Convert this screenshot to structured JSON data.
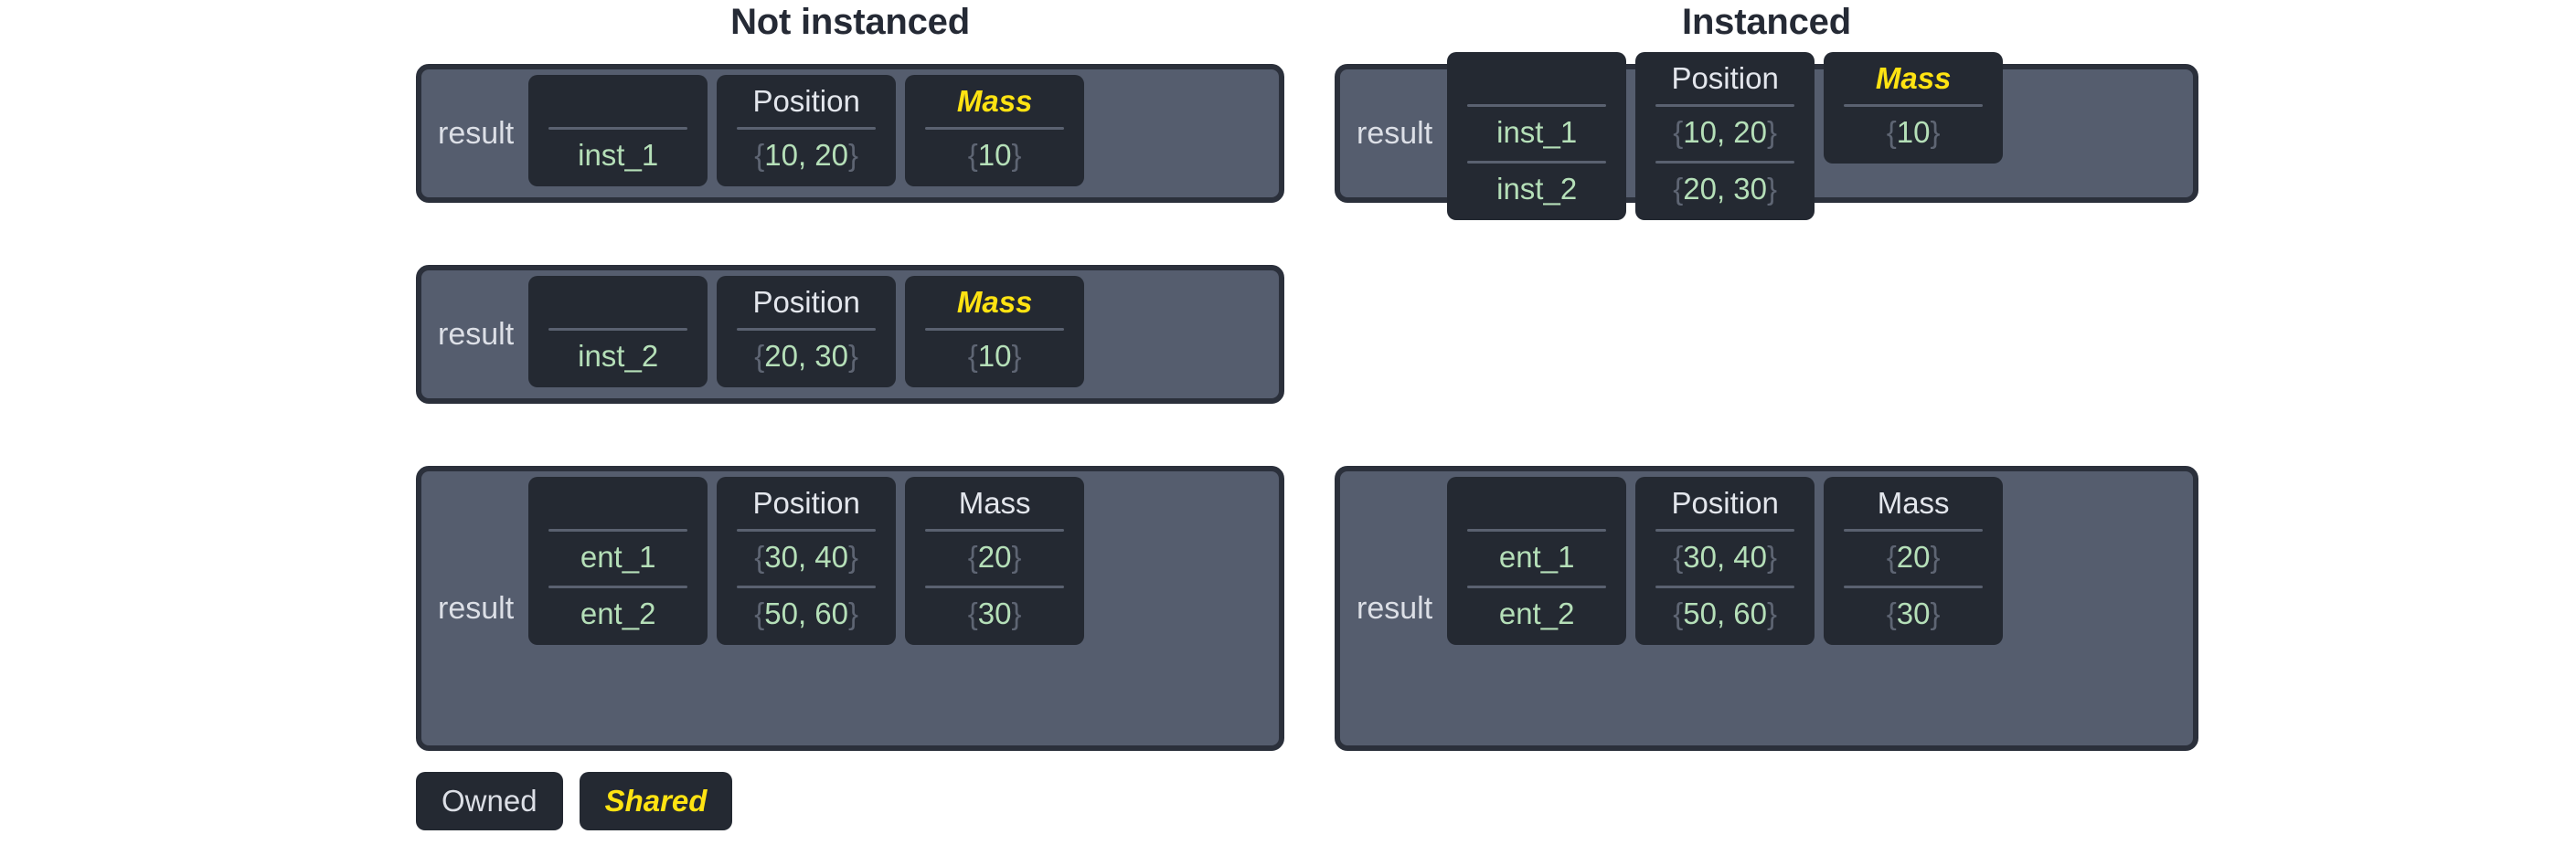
{
  "titles": {
    "left": "Not instanced",
    "right": "Instanced"
  },
  "labels": {
    "result": "result",
    "position_header": "Position",
    "mass_header": "Mass",
    "blank_header": ""
  },
  "legend": {
    "owned": "Owned",
    "shared": "Shared"
  },
  "colors": {
    "page_background": "#ffffff",
    "title_text": "#252a35",
    "block_border": "#2b303b",
    "block_body": "#555d6e",
    "column_card": "#242932",
    "header_text": "#e3e6ec",
    "shared_text": "#ffe312",
    "value_text": "#b5dfb8",
    "brace_text": "#5e6573",
    "rule": "#5a6170"
  },
  "not_instanced": {
    "blocks": [
      {
        "result": "result",
        "columns": {
          "name": {
            "header": "",
            "cells": [
              "inst_1"
            ]
          },
          "position": {
            "header": "Position",
            "cells": [
              "{10, 20}"
            ]
          },
          "mass": {
            "header": "Mass",
            "shared": true,
            "cells": [
              "{10}"
            ]
          }
        }
      },
      {
        "result": "result",
        "columns": {
          "name": {
            "header": "",
            "cells": [
              "inst_2"
            ]
          },
          "position": {
            "header": "Position",
            "cells": [
              "{20, 30}"
            ]
          },
          "mass": {
            "header": "Mass",
            "shared": true,
            "cells": [
              "{10}"
            ]
          }
        }
      },
      {
        "result": "result",
        "columns": {
          "name": {
            "header": "",
            "cells": [
              "ent_1",
              "ent_2"
            ]
          },
          "position": {
            "header": "Position",
            "cells": [
              "{30, 40}",
              "{50, 60}"
            ]
          },
          "mass": {
            "header": "Mass",
            "shared": false,
            "cells": [
              "{20}",
              "{30}"
            ]
          }
        }
      }
    ]
  },
  "instanced": {
    "blocks": [
      {
        "result": "result",
        "columns": {
          "name": {
            "header": "",
            "cells": [
              "inst_1",
              "inst_2"
            ]
          },
          "position": {
            "header": "Position",
            "cells": [
              "{10, 20}",
              "{20, 30}"
            ]
          },
          "mass": {
            "header": "Mass",
            "shared": true,
            "cells": [
              "{10}"
            ]
          }
        }
      },
      {
        "result": "result",
        "columns": {
          "name": {
            "header": "",
            "cells": [
              "ent_1",
              "ent_2"
            ]
          },
          "position": {
            "header": "Position",
            "cells": [
              "{30, 40}",
              "{50, 60}"
            ]
          },
          "mass": {
            "header": "Mass",
            "shared": false,
            "cells": [
              "{20}",
              "{30}"
            ]
          }
        }
      }
    ]
  }
}
